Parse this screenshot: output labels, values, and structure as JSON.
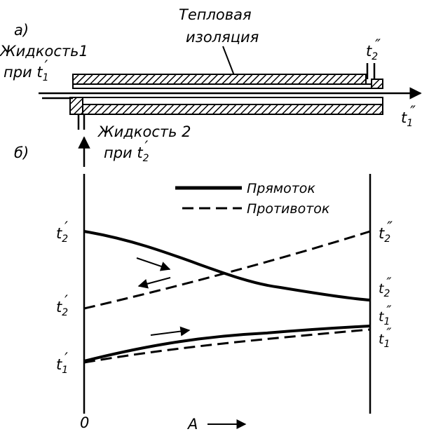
{
  "part_a": {
    "label": "а)",
    "insulation_label_line1": "Тепловая",
    "insulation_label_line2": "изоляция",
    "fluid1_line1": "Жидкость1",
    "fluid1_line2": "при t",
    "fluid1_sub": "1",
    "fluid1_mark": "′",
    "fluid2_line1": "Жидкость 2",
    "fluid2_line2": "при t",
    "fluid2_sub": "2",
    "fluid2_mark": "′",
    "outlet2_base": "t",
    "outlet2_sub": "2",
    "outlet2_mark": "″",
    "outlet1_base": "t",
    "outlet1_sub": "1",
    "outlet1_mark": "″"
  },
  "part_b": {
    "label": "б)",
    "legend_parallel": "Прямоток",
    "legend_counter": "Противоток",
    "x_origin": "0",
    "x_axis_label": "A",
    "left_labels": [
      {
        "base": "t",
        "sub": "2",
        "mark": "′"
      },
      {
        "base": "t",
        "sub": "2",
        "mark": "′"
      },
      {
        "base": "t",
        "sub": "1",
        "mark": "′"
      }
    ],
    "right_labels": [
      {
        "base": "t",
        "sub": "2",
        "mark": "″"
      },
      {
        "base": "t",
        "sub": "2",
        "mark": "″"
      },
      {
        "base": "t",
        "sub": "1",
        "mark": "″"
      },
      {
        "base": "t",
        "sub": "1",
        "mark": "″"
      }
    ]
  },
  "colors": {
    "ink": "#000000",
    "paper": "#ffffff"
  }
}
